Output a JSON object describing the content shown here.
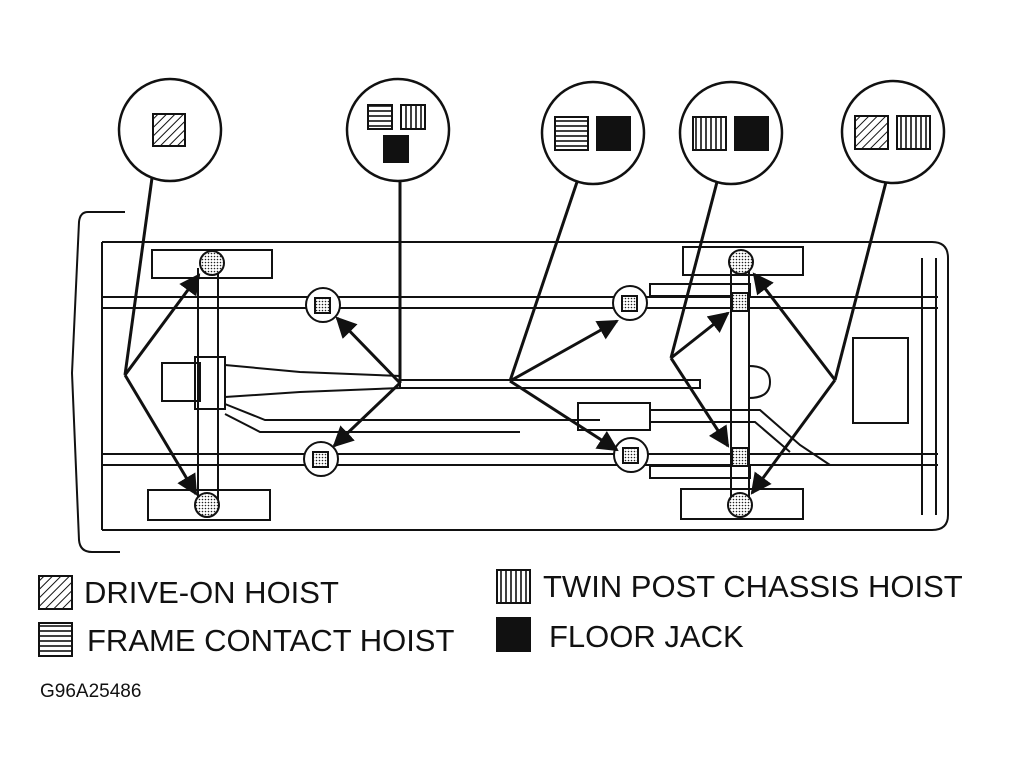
{
  "callouts": [
    {
      "id": "drive-on",
      "swatches": [
        "drive-on-hoist"
      ]
    },
    {
      "id": "frame-twin-floor",
      "swatches": [
        "frame-contact-hoist",
        "twin-post-chassis-hoist",
        "floor-jack"
      ]
    },
    {
      "id": "frame-floor",
      "swatches": [
        "frame-contact-hoist",
        "floor-jack"
      ]
    },
    {
      "id": "twin-floor",
      "swatches": [
        "twin-post-chassis-hoist",
        "floor-jack"
      ]
    },
    {
      "id": "drive-twin",
      "swatches": [
        "drive-on-hoist",
        "twin-post-chassis-hoist"
      ]
    }
  ],
  "legend": {
    "drive_on_hoist": "DRIVE-ON HOIST",
    "frame_contact_hoist": "FRAME CONTACT HOIST",
    "twin_post_chassis_hoist": "TWIN POST CHASSIS HOIST",
    "floor_jack": "FLOOR JACK"
  },
  "figure_code": "G96A25486",
  "colors": {
    "ink": "#111111",
    "paper": "#ffffff"
  }
}
